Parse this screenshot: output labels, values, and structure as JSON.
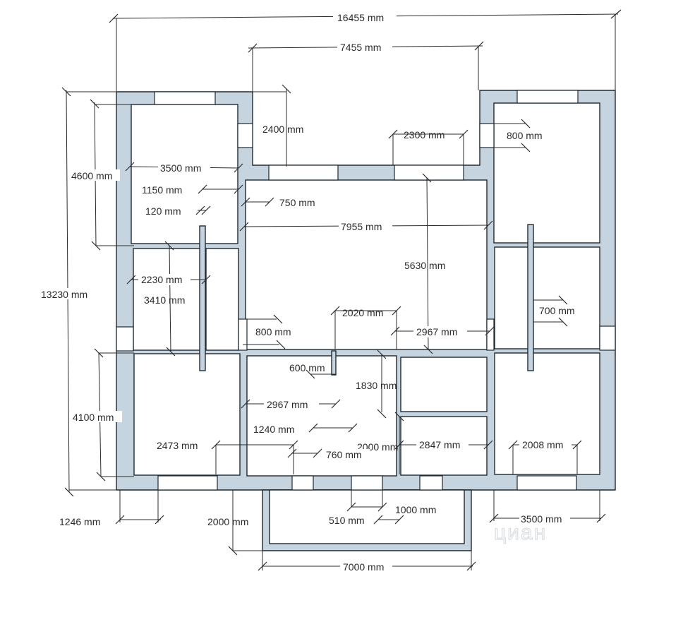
{
  "labels": {
    "total_width": "16455 mm",
    "center_width": "7455 mm",
    "total_height": "13230 mm",
    "left_top_height": "4600 mm",
    "left_bottom_height": "4100 mm",
    "notch_depth": "2400 mm",
    "center_top_window_offset": "2300 mm",
    "right_top_window": "800 mm",
    "left_top_room_width": "3500 mm",
    "dim_1150": "1150 mm",
    "dim_120": "120 mm",
    "dim_750": "750 mm",
    "living_width": "7955 mm",
    "living_height": "5630 mm",
    "dim_2230": "2230 mm",
    "dim_3410": "3410 mm",
    "dim_800_door": "800 mm",
    "dim_2020": "2020 mm",
    "dim_2967_upper": "2967 mm",
    "right_side_700": "700 mm",
    "dim_600": "600 mm",
    "dim_1830": "1830 mm",
    "dim_2967_lower": "2967 mm",
    "dim_1240": "1240 mm",
    "dim_2000_inner": "2000 mm",
    "dim_2847": "2847 mm",
    "dim_2008": "2008 mm",
    "dim_2473": "2473 mm",
    "dim_760": "760 mm",
    "dim_1000": "1000 mm",
    "dim_510": "510 mm",
    "left_window_1246": "1246 mm",
    "terrace_depth": "2000 mm",
    "right_bottom_3500": "3500 mm",
    "terrace_width": "7000 mm"
  },
  "watermark": "циан"
}
